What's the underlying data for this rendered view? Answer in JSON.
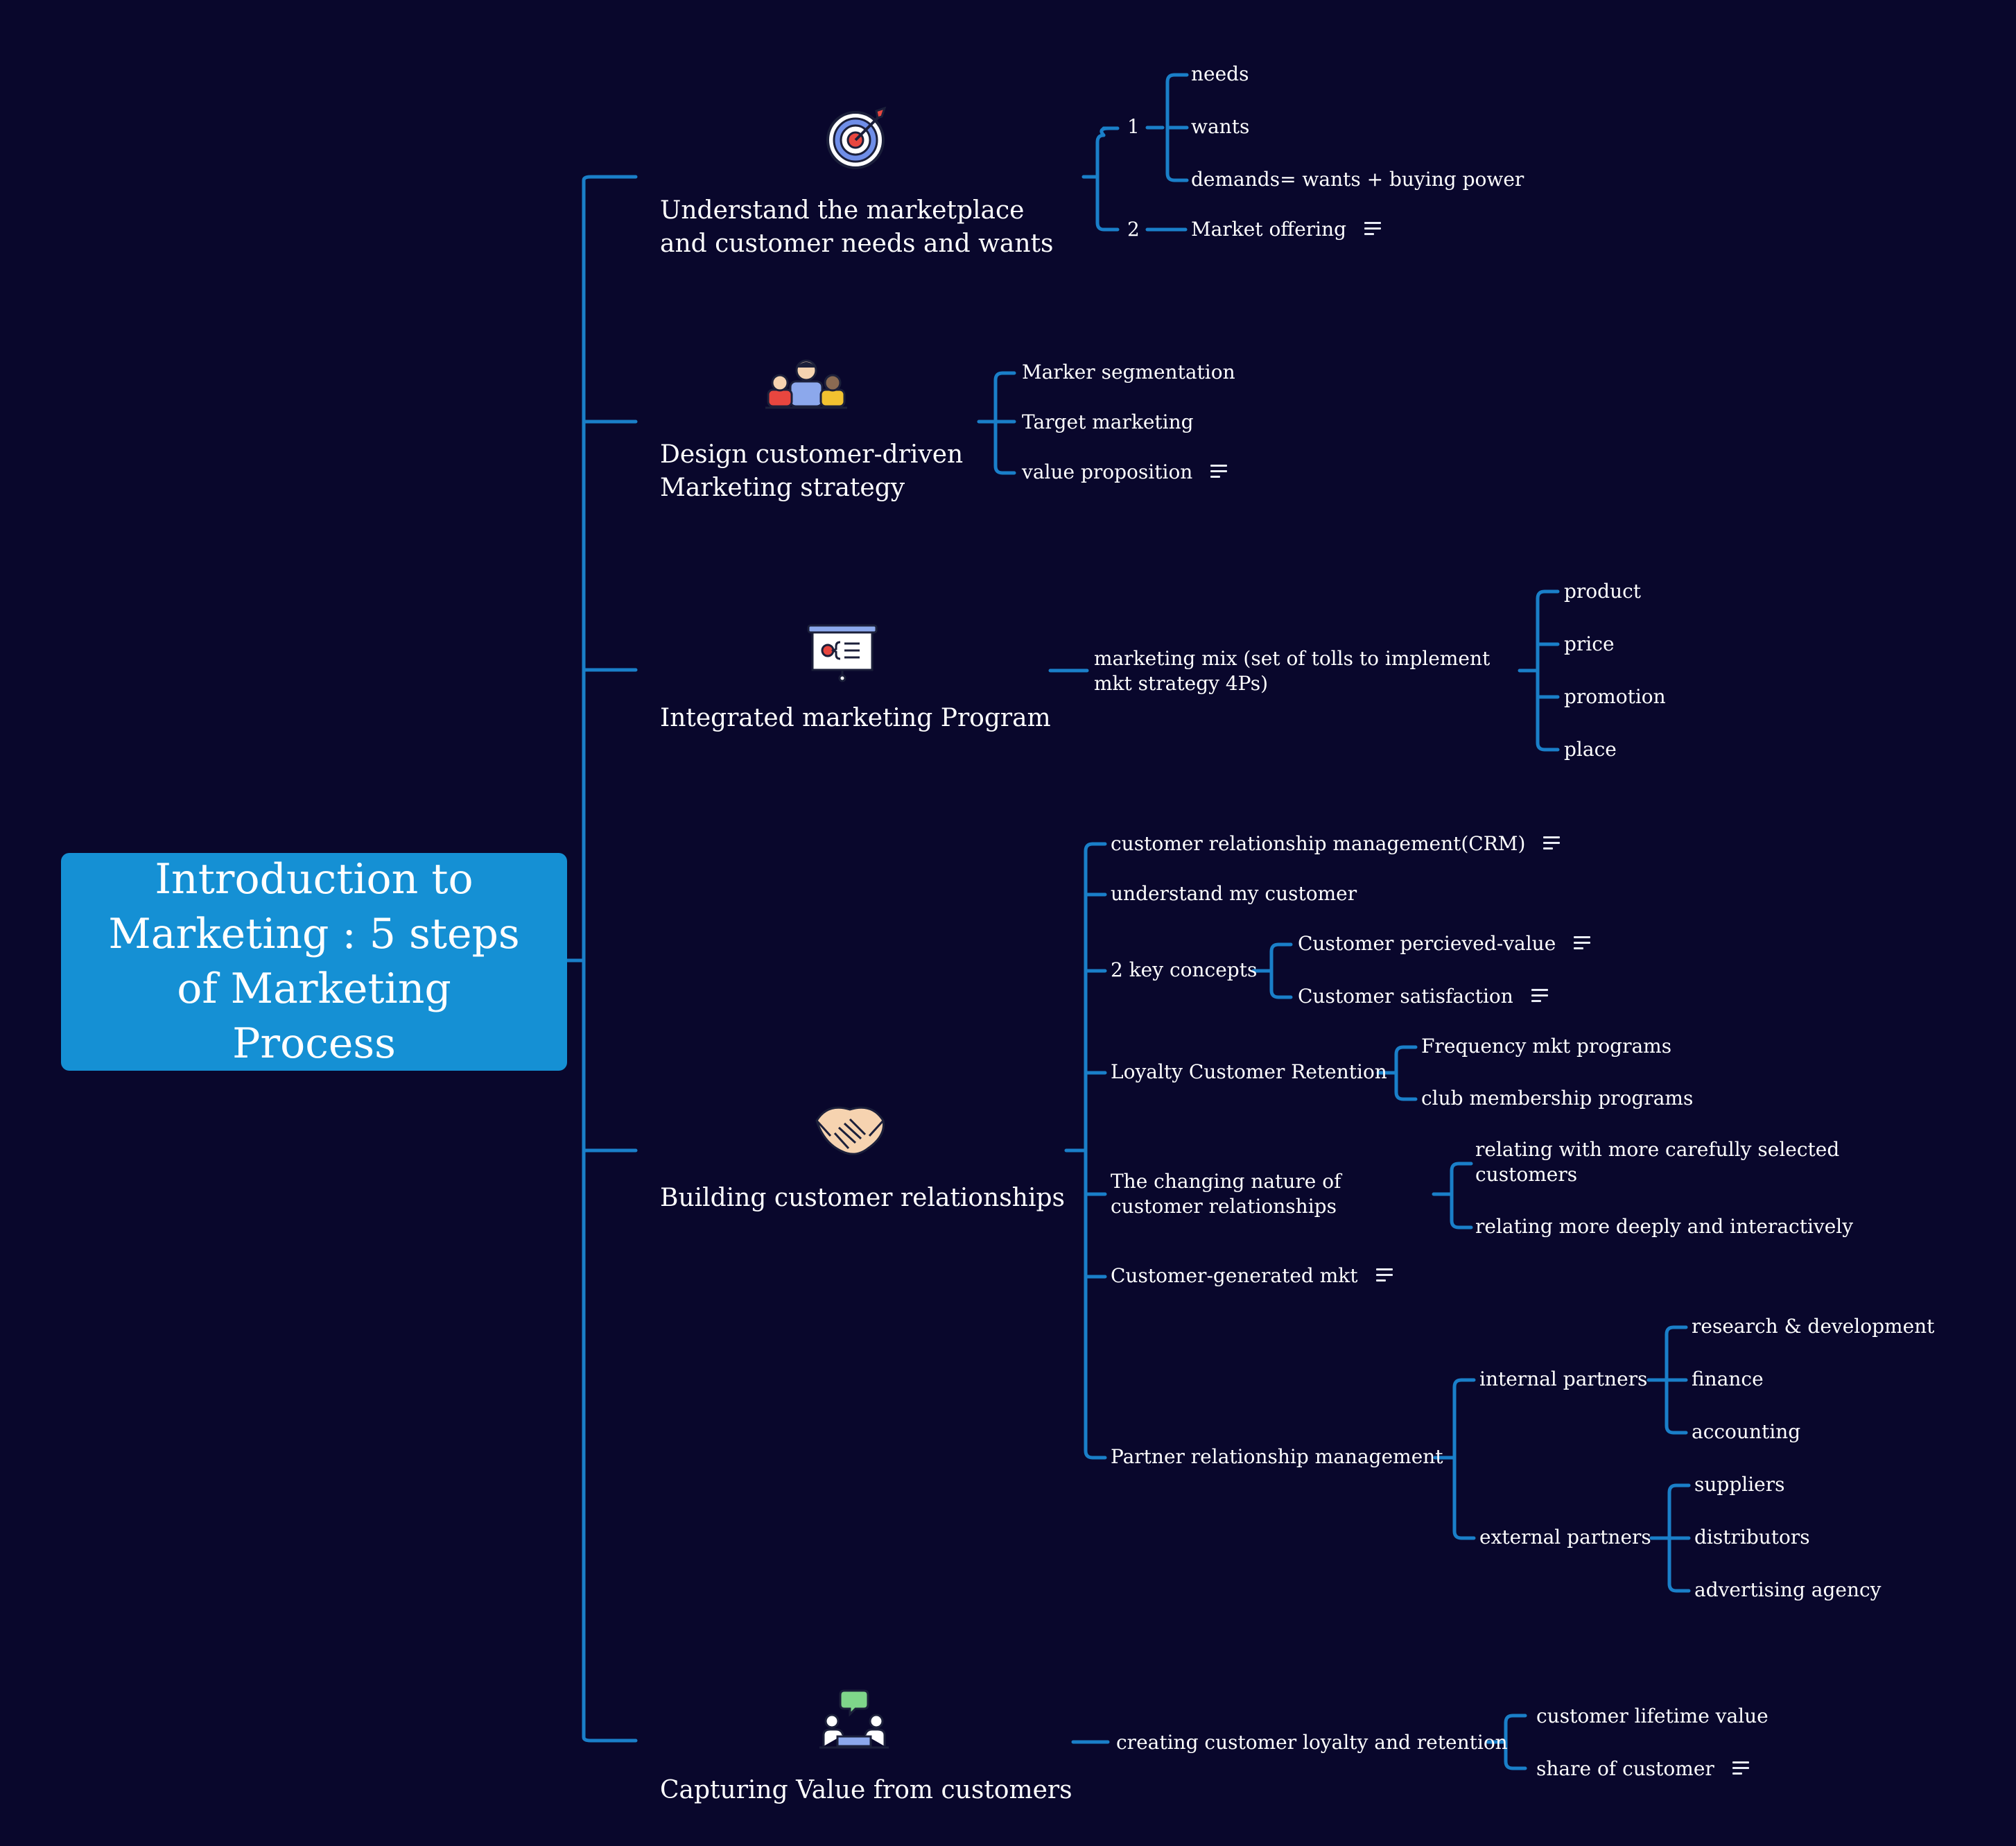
{
  "root": {
    "title": "Introduction to Marketing : 5 steps of Marketing Process"
  },
  "steps": [
    {
      "title": "Understand the marketplace and customer needs and wants",
      "icon": "target-icon",
      "groups": [
        {
          "label": "1",
          "items": [
            "needs",
            "wants",
            "demands= wants + buying power"
          ]
        },
        {
          "label": "2",
          "items": [
            "Market offering"
          ]
        }
      ]
    },
    {
      "title": "Design customer-driven Marketing strategy",
      "icon": "team-icon",
      "items": [
        "Marker segmentation",
        "Target marketing",
        "value proposition"
      ]
    },
    {
      "title": "Integrated marketing Program",
      "icon": "presentation-board-icon",
      "mix": {
        "label": "marketing mix (set of tolls to implement mkt strategy 4Ps)",
        "items": [
          "product",
          "price",
          "promotion",
          "place"
        ]
      }
    },
    {
      "title": "Building customer relationships",
      "icon": "handshake-icon",
      "items": [
        {
          "label": "customer relationship management(CRM)"
        },
        {
          "label": "understand my customer"
        },
        {
          "label": "2 key concepts",
          "children": [
            "Customer percieved-value",
            "Customer satisfaction"
          ]
        },
        {
          "label": "Loyalty Customer Retention",
          "children": [
            "Frequency mkt programs",
            "club membership programs"
          ]
        },
        {
          "label": "The changing nature of customer relationships",
          "children": [
            "relating with more carefully selected customers",
            "relating more deeply and interactively"
          ]
        },
        {
          "label": "Customer-generated mkt"
        },
        {
          "label": "Partner relationship management",
          "partners": [
            {
              "label": "internal partners",
              "children": [
                "research & development",
                "finance",
                "accounting"
              ]
            },
            {
              "label": "external partners",
              "children": [
                "suppliers",
                "distributors",
                "advertising agency"
              ]
            }
          ]
        }
      ]
    },
    {
      "title": "Capturing Value from customers",
      "icon": "meeting-icon",
      "sub": {
        "label": "creating customer loyalty and retention",
        "items": [
          "customer lifetime value",
          "share of customer"
        ]
      }
    }
  ],
  "colors": {
    "background": "#09072c",
    "root": "#1590d4",
    "connector": "#1a7fc9",
    "text": "#ffffff"
  },
  "note_icon": "notes-icon"
}
